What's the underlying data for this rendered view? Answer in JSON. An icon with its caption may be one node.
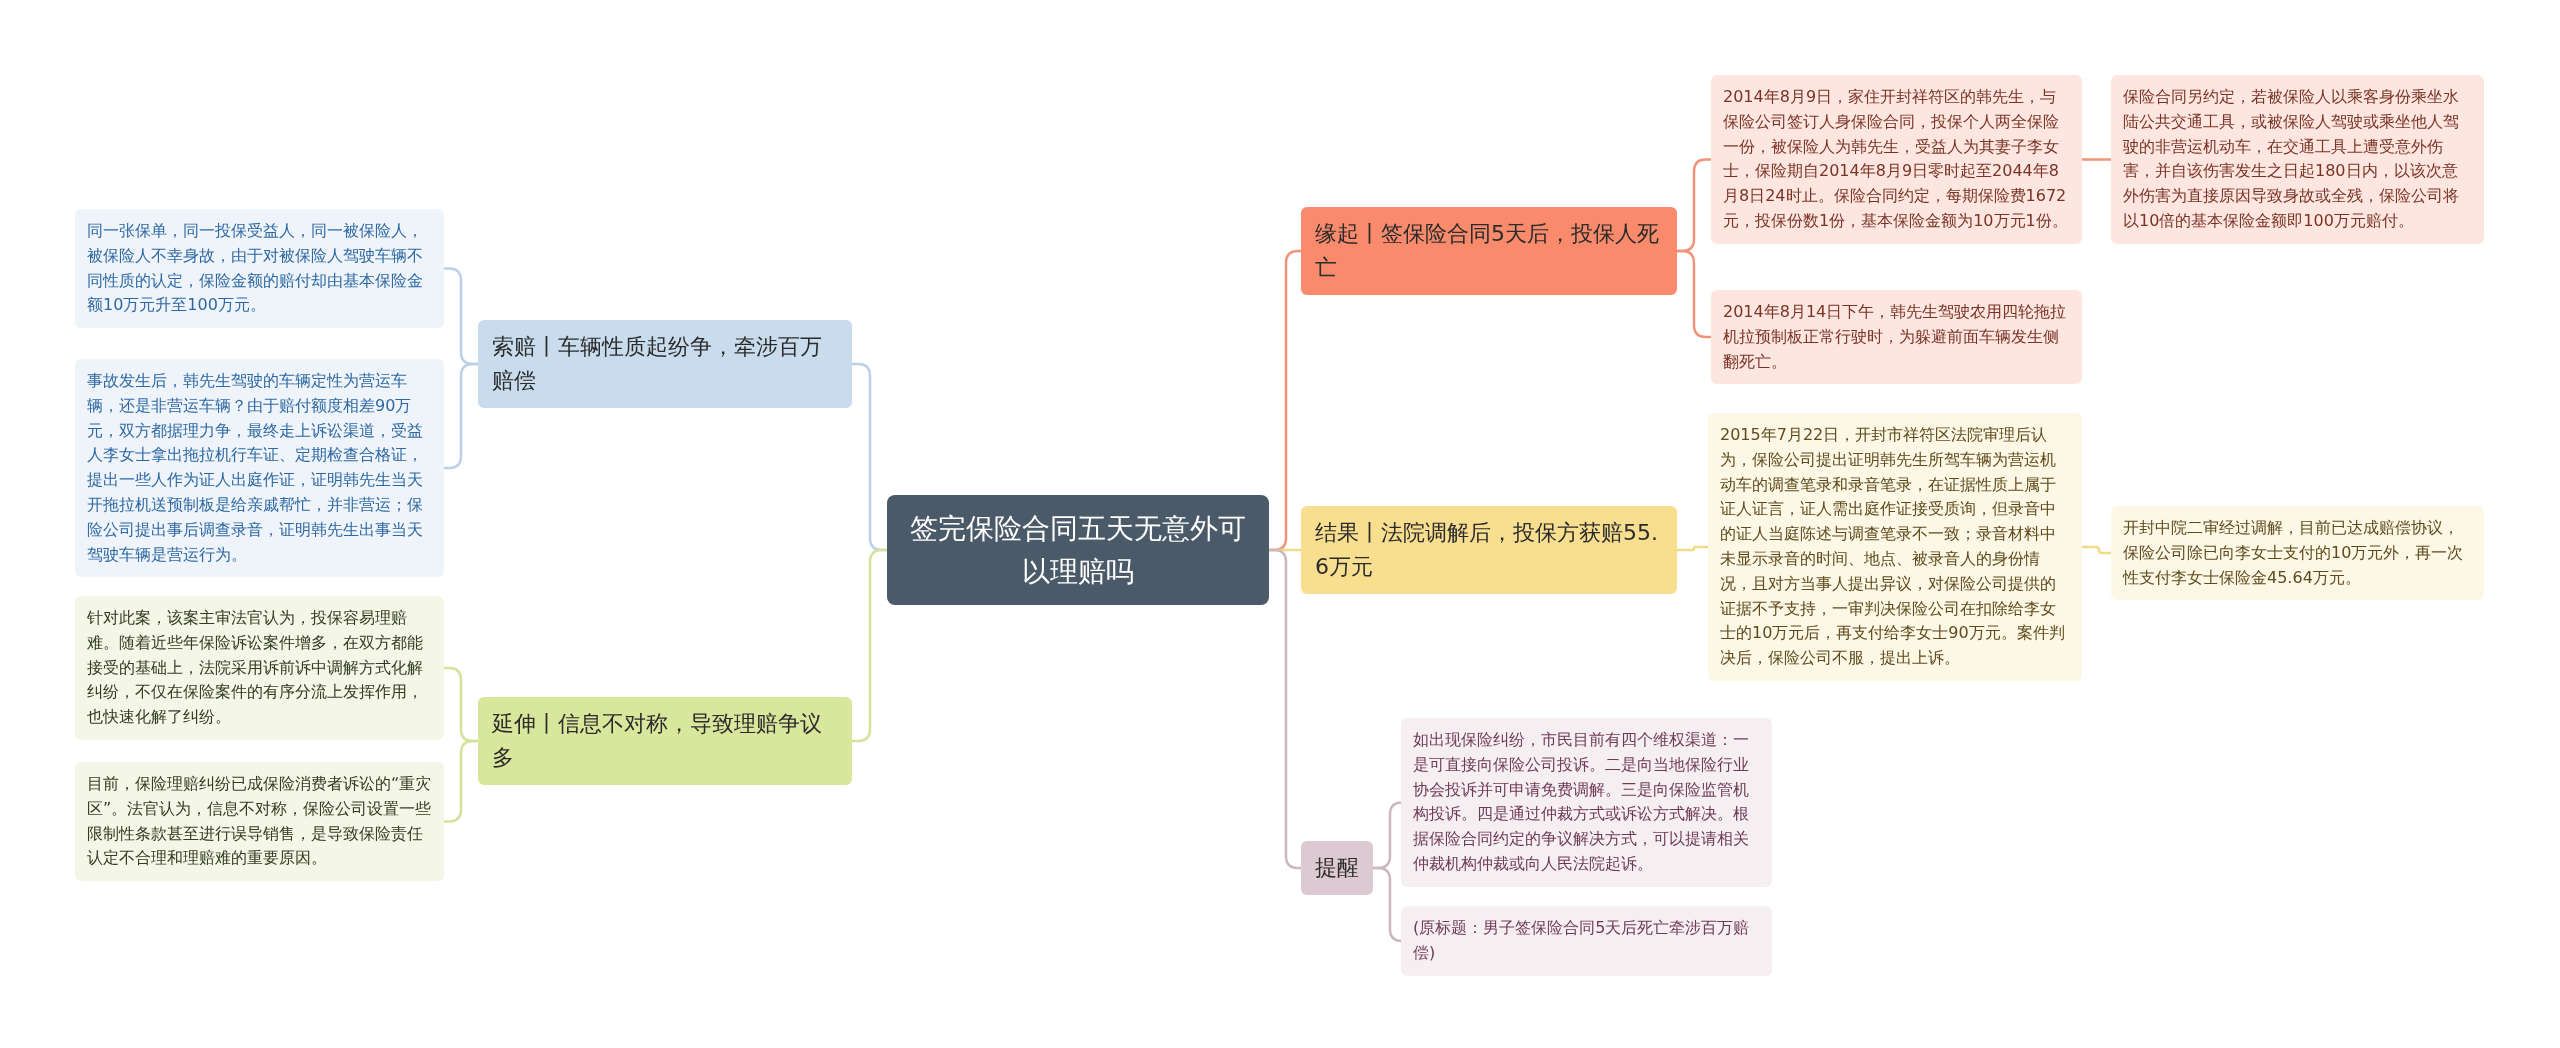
{
  "diagram": {
    "nodes": [
      {
        "text": [
          "签完保险合同五天无意外可以理赔吗"
        ]
      },
      {
        "text": [
          "缘起丨签保险合同5天后，投保人死亡"
        ]
      },
      {
        "text": [
          "2014年8月9日，家住开封祥符区的韩先生，与保险公司签订人身保险合同，投保个人两全保险一份，被保险人为韩先生，受益人为其妻子李女士，保险期自2014年8月9日零时起至2044年8月8日24时止。保险合同约定，每期保险费1672元，投保份数1份，基本保险金额为10万元1份。"
        ]
      },
      {
        "text": [
          "保险合同另约定，若被保险人以乘客身份乘坐水陆公共交通工具，或被保险人驾驶或乘坐他人驾驶的非营运机动车，在交通工具上遭受意外伤害，并自该伤害发生之日起180日内，以该次意外伤害为直接原因导致身故或全残，保险公司将以10倍的基本保险金额即100万元赔付。"
        ]
      },
      {
        "text": [
          "2014年8月14日下午，韩先生驾驶农用四轮拖拉机拉预制板正常行驶时，为躲避前面车辆发生侧翻死亡。"
        ]
      },
      {
        "text": [
          "结果丨法院调解后，投保方获赔55.6万元"
        ]
      },
      {
        "text": [
          "2015年7月22日，开封市祥符区法院审理后认为，保险公司提出证明韩先生所驾车辆为营运机动车的调查笔录和录音笔录，在证据性质上属于证人证言，证人需出庭作证接受质询，但录音中的证人当庭陈述与调查笔录不一致；录音材料中未显示录音的时间、地点、被录音人的身份情况，且对方当事人提出异议，对保险公司提供的证据不予支持，一审判决保险公司在扣除给李女士的10万元后，再支付给李女士90万元。案件判决后，保险公司不服，提出上诉。"
        ]
      },
      {
        "text": [
          "开封中院二审经过调解，目前已达成赔偿协议，保险公司除已向李女士支付的10万元外，再一次性支付李女士保险金45.64万元。"
        ]
      },
      {
        "text": [
          "提醒"
        ]
      },
      {
        "text": [
          "如出现保险纠纷，市民目前有四个维权渠道：一是可直接向保险公司投诉。二是向当地保险行业协会投诉并可申请免费调解。三是向保险监管机构投诉。四是通过仲裁方式或诉讼方式解决。根据保险合同约定的争议解决方式，可以提请相关仲裁机构仲裁或向人民法院起诉。"
        ]
      },
      {
        "text": [
          "(原标题：男子签保险合同5天后死亡牵涉百万赔偿)"
        ]
      },
      {
        "text": [
          "索赔丨车辆性质起纷争，牵涉百万赔偿"
        ]
      },
      {
        "text": [
          "同一张保单，同一投保受益人，同一被保险人，被保险人不幸身故，由于对被保险人驾驶车辆不同性质的认定，保险金额的赔付却由基本保险金额10万元升至100万元。"
        ]
      },
      {
        "text": [
          "事故发生后，韩先生驾驶的车辆定性为营运车辆，还是非营运车辆？由于赔付额度相差90万元，双方都据理力争，最终走上诉讼渠道，受益人李女士拿出拖拉机行车证、定期检查合格证，提出一些人作为证人出庭作证，证明韩先生当天开拖拉机送预制板是给亲戚帮忙，并非营运；保险公司提出事后调查录音，证明韩先生出事当天驾驶车辆是营运行为。"
        ]
      },
      {
        "text": [
          "延伸丨信息不对称，导致理赔争议多"
        ]
      },
      {
        "text": [
          "针对此案，该案主审法官认为，投保容易理赔难。随着近些年保险诉讼案件增多，在双方都能接受的基础上，法院采用诉前诉中调解方式化解纠纷，不仅在保险案件的有序分流上发挥作用，也快速化解了纠纷。"
        ]
      },
      {
        "text": [
          "目前，保险理赔纠纷已成保险消费者诉讼的“重灾区”。法官认为，信息不对称，保险公司设置一些限制性条款甚至进行误导销售，是导致保险责任认定不合理和理赔难的重要原因。"
        ]
      }
    ],
    "edges": [
      {
        "from": 0,
        "to": 1,
        "arrow": "none",
        "color": "#f0937a"
      },
      {
        "from": 1,
        "to": 2,
        "arrow": "none",
        "color": "#f0937a"
      },
      {
        "from": 2,
        "to": 3,
        "arrow": "none",
        "color": "#f0937a"
      },
      {
        "from": 1,
        "to": 4,
        "arrow": "none",
        "color": "#f0937a"
      },
      {
        "from": 0,
        "to": 5,
        "arrow": "none",
        "color": "#f2d98a"
      },
      {
        "from": 5,
        "to": 6,
        "arrow": "none",
        "color": "#f2d98a"
      },
      {
        "from": 6,
        "to": 7,
        "arrow": "none",
        "color": "#f2d98a"
      },
      {
        "from": 0,
        "to": 8,
        "arrow": "none",
        "color": "#cdb8c0"
      },
      {
        "from": 8,
        "to": 9,
        "arrow": "none",
        "color": "#cdb8c0"
      },
      {
        "from": 8,
        "to": 10,
        "arrow": "none",
        "color": "#cdb8c0"
      },
      {
        "from": 0,
        "to": 11,
        "arrow": "none",
        "color": "#bcd0e6"
      },
      {
        "from": 11,
        "to": 12,
        "arrow": "none",
        "color": "#bcd0e6"
      },
      {
        "from": 11,
        "to": 13,
        "arrow": "none",
        "color": "#bcd0e6"
      },
      {
        "from": 0,
        "to": 14,
        "arrow": "none",
        "color": "#d3e29a"
      },
      {
        "from": 14,
        "to": 15,
        "arrow": "none",
        "color": "#d3e29a"
      },
      {
        "from": 14,
        "to": 16,
        "arrow": "none",
        "color": "#d3e29a"
      }
    ]
  }
}
